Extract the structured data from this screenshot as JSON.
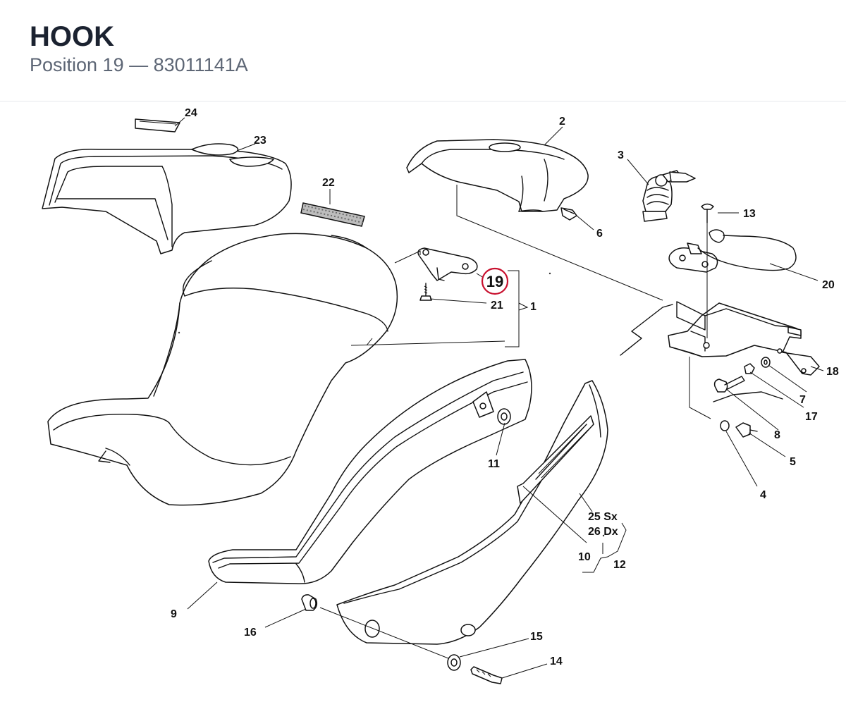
{
  "header": {
    "title": "HOOK",
    "position_label": "Position 19",
    "separator": "—",
    "part_number": "83011141A"
  },
  "highlight": {
    "label": "19",
    "color": "#c8102e"
  },
  "callouts": [
    "24",
    "23",
    "22",
    "2",
    "3",
    "13",
    "6",
    "20",
    "1",
    "21",
    "18",
    "7",
    "17",
    "8",
    "5",
    "4",
    "11",
    "25 Sx",
    "26 Dx",
    "12",
    "10",
    "9",
    "16",
    "15",
    "14"
  ]
}
